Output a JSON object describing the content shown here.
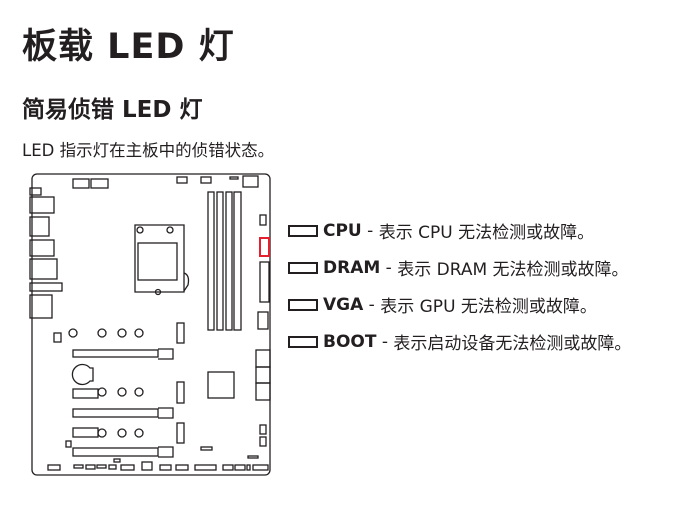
{
  "title": "板载 LED 灯",
  "subtitle": "简易侦错 LED 灯",
  "description": "LED 指示灯在主板中的侦错状态。",
  "highlight_color": "#e5202e",
  "legend": [
    {
      "name": "CPU",
      "sep": " - ",
      "text": "表示 CPU 无法检测或故障。"
    },
    {
      "name": "DRAM",
      "sep": " - ",
      "text": "表示 DRAM 无法检测或故障。"
    },
    {
      "name": "VGA",
      "sep": " - ",
      "text": "表示 GPU 无法检测或故障。"
    },
    {
      "name": "BOOT",
      "sep": " - ",
      "text": "表示启动设备无法检测或故障。"
    }
  ]
}
